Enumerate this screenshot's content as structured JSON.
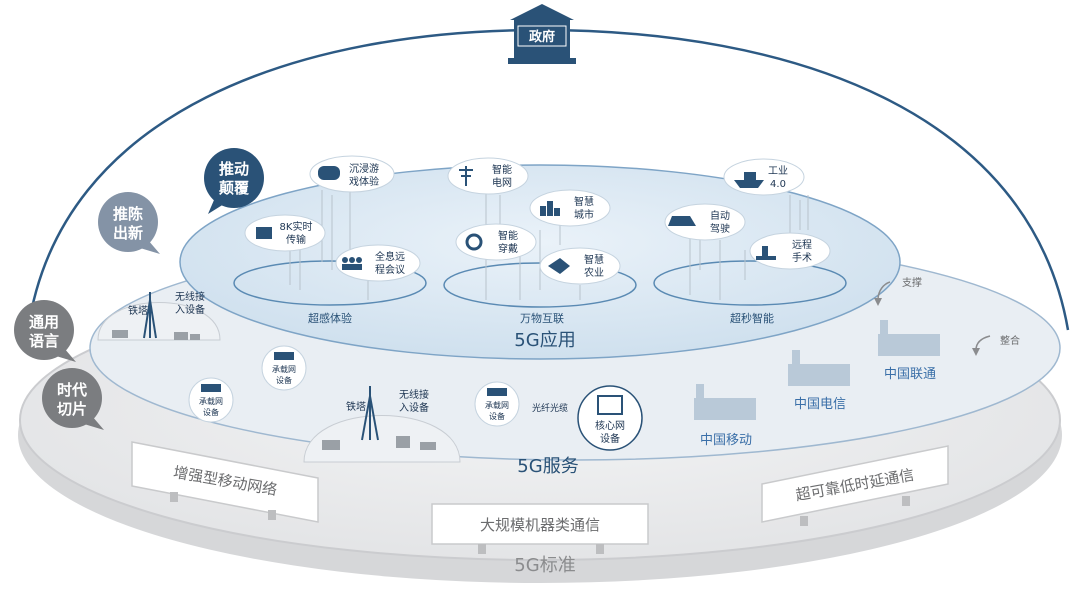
{
  "gov": {
    "label": "政府"
  },
  "bubbles": [
    {
      "label": "推动颠覆",
      "lines": [
        "推动",
        "颠覆"
      ],
      "color": "#2a5277"
    },
    {
      "label": "推陈出新",
      "lines": [
        "推陈",
        "出新"
      ],
      "color": "#8493a6"
    },
    {
      "label": "通用语言",
      "lines": [
        "通用",
        "语言"
      ],
      "color": "#7b7d80"
    },
    {
      "label": "时代切片",
      "lines": [
        "时代",
        "切片"
      ],
      "color": "#7b7d80"
    }
  ],
  "app_items": [
    {
      "lines": [
        "沉浸游",
        "戏体验"
      ],
      "icon": "gamepad-icon"
    },
    {
      "lines": [
        "8K实时",
        "传输"
      ],
      "icon": "tv-icon"
    },
    {
      "lines": [
        "全息远",
        "程会议"
      ],
      "icon": "people-icon"
    },
    {
      "lines": [
        "智能",
        "电网"
      ],
      "icon": "power-pylon-icon"
    },
    {
      "lines": [
        "智慧",
        "城市"
      ],
      "icon": "city-icon"
    },
    {
      "lines": [
        "智能",
        "穿戴"
      ],
      "icon": "watch-icon"
    },
    {
      "lines": [
        "智慧",
        "农业"
      ],
      "icon": "drone-icon"
    },
    {
      "lines": [
        "工业",
        "4.0"
      ],
      "icon": "ship-icon"
    },
    {
      "lines": [
        "自动",
        "驾驶"
      ],
      "icon": "car-icon"
    },
    {
      "lines": [
        "远程",
        "手术"
      ],
      "icon": "surgery-icon"
    }
  ],
  "app_groups": [
    "超感体验",
    "万物互联",
    "超秒智能"
  ],
  "layers": {
    "application": "5G应用",
    "service": "5G服务",
    "standard": "5G标准"
  },
  "service_items": {
    "tower_label_1": "铁塔",
    "wireless_1": [
      "无线接",
      "入设备"
    ],
    "bearer_a": [
      "承载网",
      "设备"
    ],
    "bearer_b": [
      "承载网",
      "设备"
    ],
    "tower_label_2": "铁塔",
    "wireless_2": [
      "无线接",
      "入设备"
    ],
    "bearer_c": [
      "承载网",
      "设备"
    ],
    "fiber": "光纤光缆",
    "core": [
      "核心网",
      "设备"
    ]
  },
  "operators": [
    "中国联通",
    "中国电信",
    "中国移动"
  ],
  "arrows": {
    "support": "支撑",
    "integrate": "整合"
  },
  "standards": [
    "增强型移动网络",
    "大规模机器类通信",
    "超可靠低时延通信"
  ],
  "colors": {
    "primary": "#2a5277",
    "accent_blue": "#3a6fa8",
    "light_blue": "#d9e7f2",
    "grey": "#8b8c8e"
  }
}
